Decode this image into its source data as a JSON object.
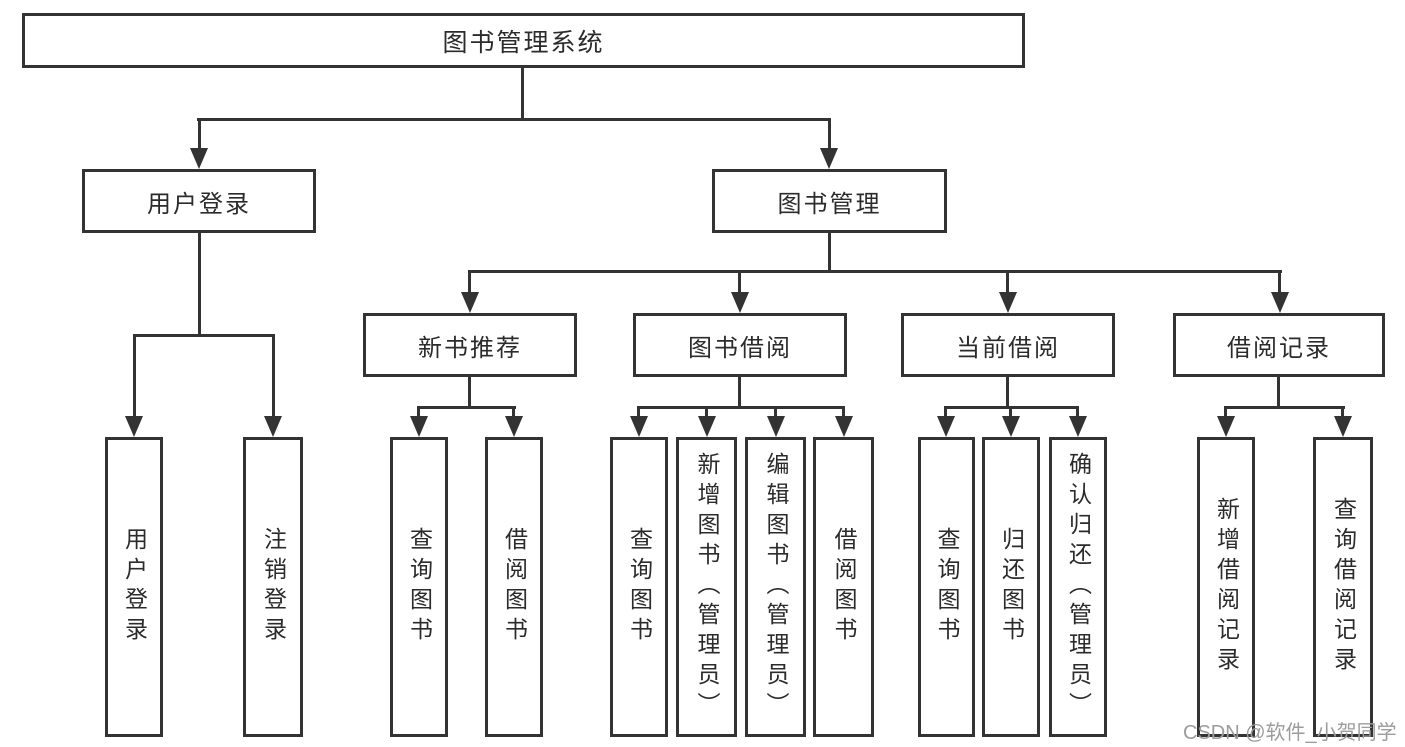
{
  "colors": {
    "line": "#333333",
    "border": "#333333",
    "text": "#2b2b2b",
    "background": "#ffffff",
    "watermark_text": "#9c9c9c"
  },
  "tree": {
    "root": "图书管理系统",
    "branches": [
      {
        "label": "用户登录",
        "children": [
          "用户登录",
          "注销登录"
        ]
      },
      {
        "label": "图书管理",
        "groups": [
          {
            "label": "新书推荐",
            "children": [
              "查询图书",
              "借阅图书"
            ]
          },
          {
            "label": "图书借阅",
            "children": [
              "查询图书",
              "新增图书（管理员）",
              "编辑图书（管理员）",
              "借阅图书"
            ]
          },
          {
            "label": "当前借阅",
            "children": [
              "查询图书",
              "归还图书",
              "确认归还（管理员）"
            ]
          },
          {
            "label": "借阅记录",
            "children": [
              "新增借阅记录",
              "查询借阅记录"
            ]
          }
        ]
      }
    ]
  },
  "watermark": "CSDN @软件_小贺同学"
}
